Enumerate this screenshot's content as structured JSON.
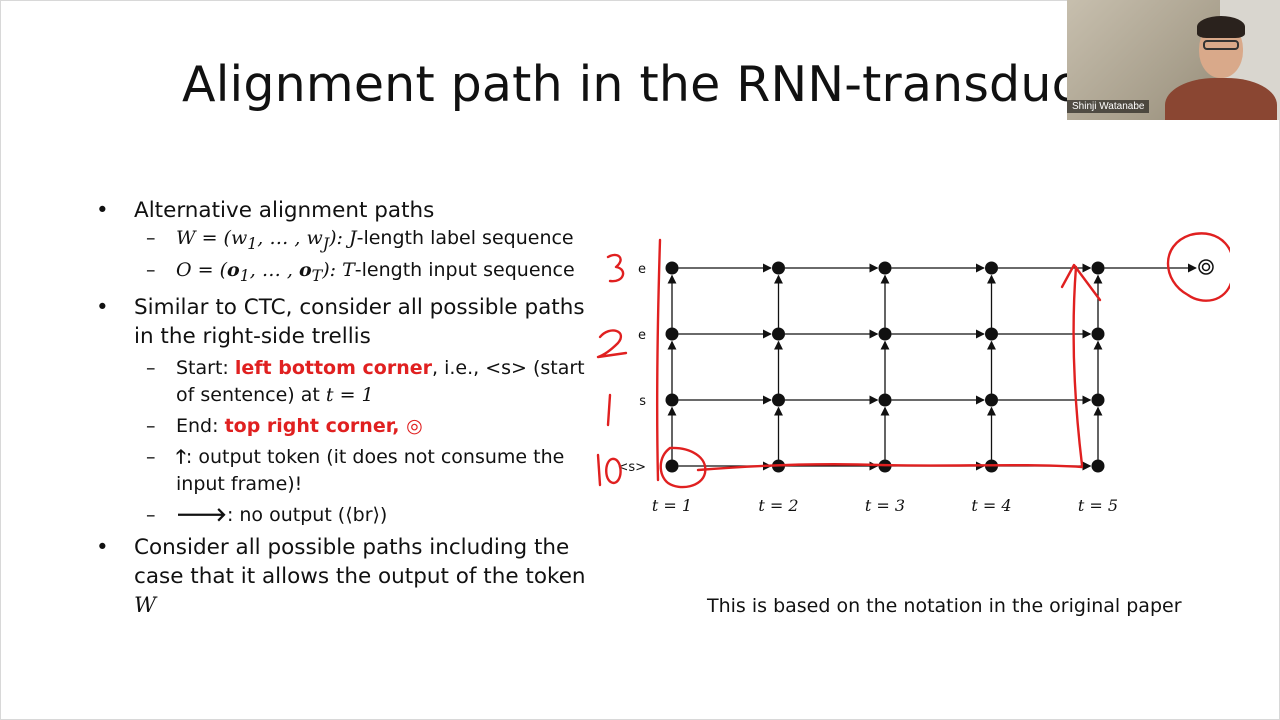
{
  "slide": {
    "title": "Alignment path in the RNN-transducer",
    "bullets": {
      "b1": "Alternative alignment paths",
      "b1_sub1": {
        "lhs": "W = (w",
        "sub1": "1",
        "mid": ", … , w",
        "subJ": "J",
        "rhs": "): ",
        "var": "J",
        "text": "-length label sequence"
      },
      "b1_sub2": {
        "lhs": "O = (",
        "o1": "o",
        "sub1": "1",
        "mid": ", … , ",
        "oT": "o",
        "subT": "T",
        "rhs": "): ",
        "var": "T",
        "text": "-length input sequence"
      },
      "b2": "Similar to CTC, consider all possible paths in the right-side trellis",
      "b2_start": {
        "prefix": "Start: ",
        "highlight": "left bottom corner",
        "suffix": ", i.e., <s> (start of sentence) at ",
        "math": "t = 1"
      },
      "b2_end": {
        "prefix": "End: ",
        "highlight": "top right corner, ◎"
      },
      "b2_up": {
        "arrow": "🡑",
        "text": ": output token (it does not consume the input frame)!"
      },
      "b2_right": {
        "arrow": "🡒",
        "text": ": no output (⟨br⟩)"
      },
      "b3": "Consider all possible paths including the case that it allows the output of the token",
      "b3_math": "W"
    },
    "note": "This is based on the notation in the original paper"
  },
  "trellis": {
    "row_labels": [
      "<s>",
      "s",
      "e",
      "e"
    ],
    "col_labels": [
      "t = 1",
      "t = 2",
      "t = 3",
      "t = 4",
      "t = 5"
    ],
    "end_symbol": "◎"
  },
  "colors": {
    "annotation_red": "#e02020",
    "highlight_red": "#e02020",
    "text": "#111111"
  },
  "video": {
    "speaker_name": "Shinji Watanabe"
  }
}
